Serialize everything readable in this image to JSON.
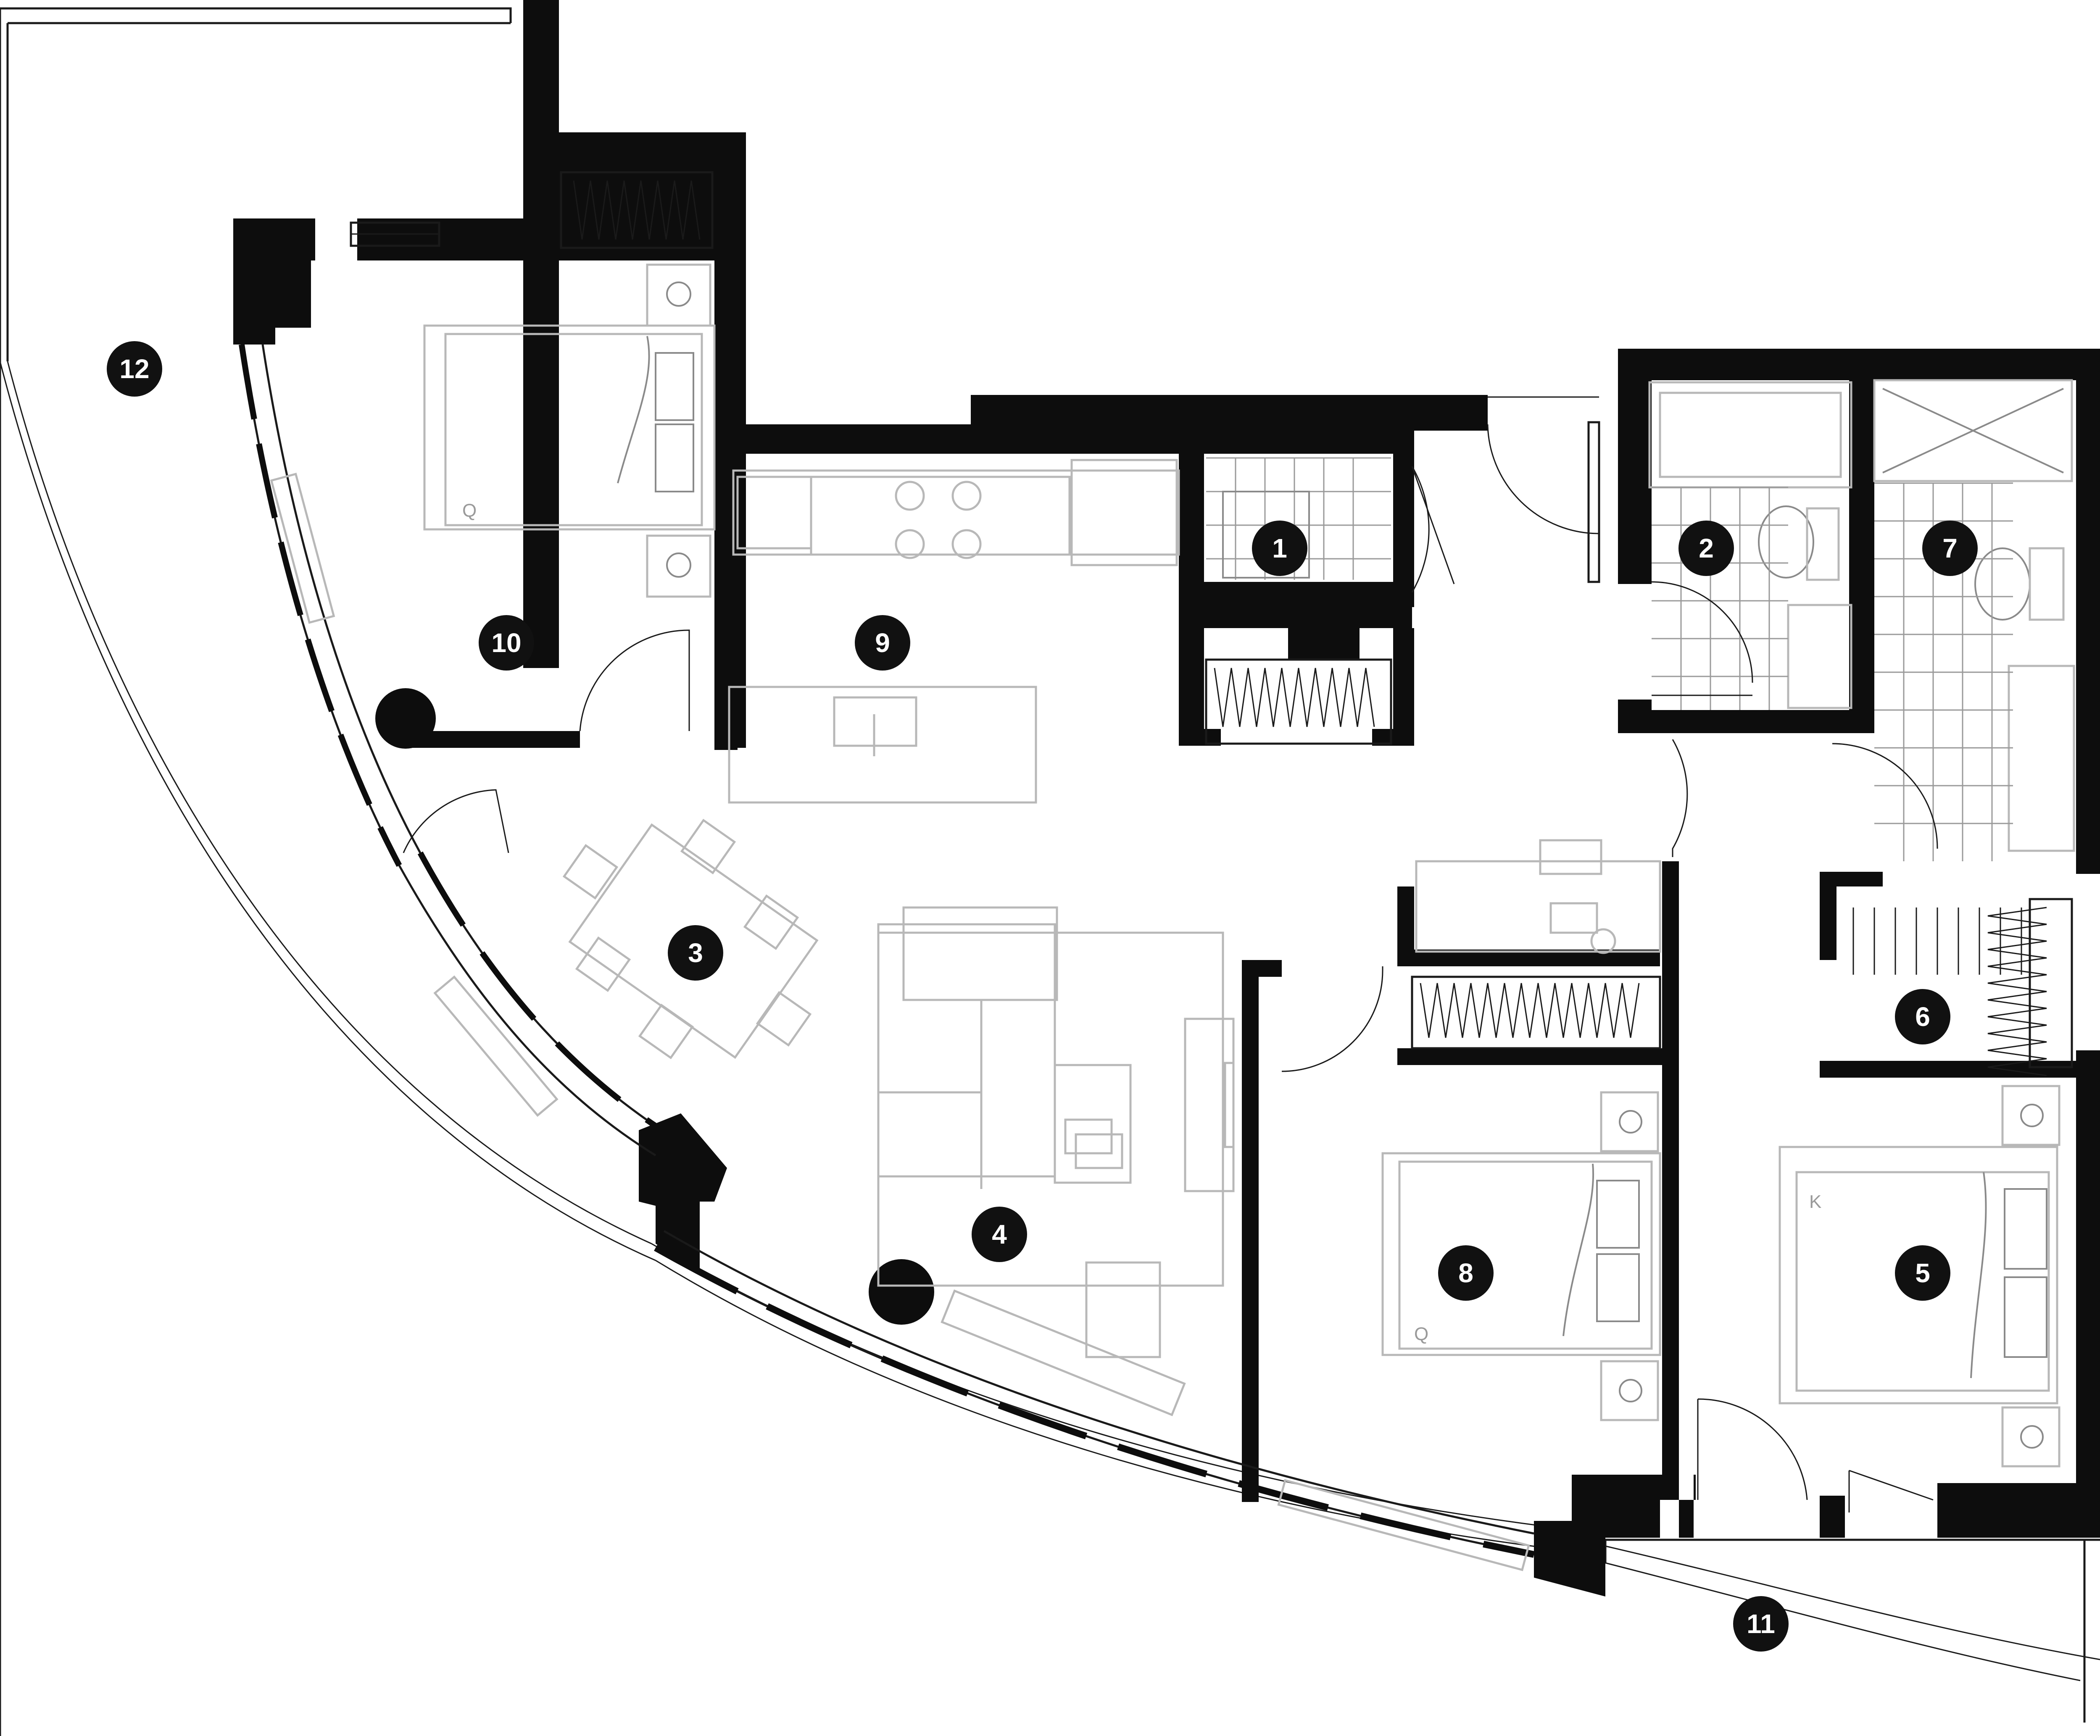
{
  "floorplan": {
    "rooms": [
      {
        "id": "room-1",
        "label": "1"
      },
      {
        "id": "room-2",
        "label": "2"
      },
      {
        "id": "room-3",
        "label": "3"
      },
      {
        "id": "room-4",
        "label": "4"
      },
      {
        "id": "room-5",
        "label": "5"
      },
      {
        "id": "room-6",
        "label": "6"
      },
      {
        "id": "room-7",
        "label": "7"
      },
      {
        "id": "room-8",
        "label": "8"
      },
      {
        "id": "room-9",
        "label": "9"
      },
      {
        "id": "room-10",
        "label": "10"
      },
      {
        "id": "room-11",
        "label": "11"
      },
      {
        "id": "room-12",
        "label": "12"
      }
    ],
    "bed_tags": {
      "bedroom_10": "Q",
      "bedroom_8": "Q",
      "bedroom_5": "K"
    },
    "colors": {
      "wall": "#0d0d0d",
      "furniture": "#b8b8b8",
      "badge": "#111111",
      "badge_text": "#ffffff"
    }
  }
}
